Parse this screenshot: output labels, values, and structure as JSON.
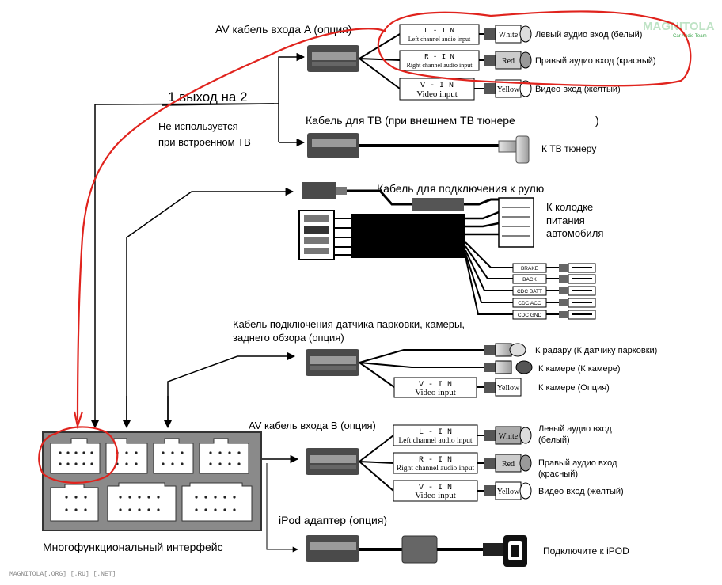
{
  "watermark": {
    "logo": "MAGNITOLA",
    "logo_sub": "Car Audio Team",
    "footer": "MAGNITOLA[.ORG] [.RU] [.NET]"
  },
  "colors": {
    "red_annotation": "#e0231d",
    "logo_green": "#3aa54a",
    "connector_dark": "#4a4a4a",
    "interface_gray": "#8a8a8a",
    "line": "#000000"
  },
  "labels": {
    "av_a": "AV кабель входа A (опция)",
    "one_to_two": "1 выход на  2",
    "not_used": "Не используется",
    "built_in_tv": "при встроенном ТВ",
    "tv_cable": "Кабель для ТВ (при внешнем ТВ тюнере",
    "tv_cable_paren": ")",
    "to_tv_tuner": "К ТВ тюнеру",
    "steering_cable": "Кабель для подключения к рулю",
    "power_1": "К колодке",
    "power_2": "питания",
    "power_3": "автомобиля",
    "parking_1": "Кабель подключения датчика парковки, камеры,",
    "parking_2": "заднего обзора (опция)",
    "to_radar": "К радару  (К датчику парковки)",
    "to_camera": "К камере  (К камере)",
    "to_camera_opt": "К камере   (Опция)",
    "av_b": "AV кабель входа B (опция)",
    "ipod_adapter": "iPod адаптер (опция)",
    "interface": "Многофункциональный интерфейс",
    "connect_ipod": "Подключите к iPOD"
  },
  "av_a_rows": [
    {
      "box_title": "L - I N",
      "box_sub": "Left channel audio input",
      "plug": "White",
      "desc": "Левый аудио вход (белый)"
    },
    {
      "box_title": "R - I N",
      "box_sub": "Right channel audio input",
      "plug": "Red",
      "desc": "Правый аудио вход (красный)"
    },
    {
      "box_title": "V - I N",
      "box_sub": "Video input",
      "plug": "Yellow",
      "desc": "Видео вход (желтый)"
    }
  ],
  "wire_tags": [
    "BRAKE",
    "BACK",
    "CDC BATT",
    "CDC ACC",
    "CDC GND"
  ],
  "parking_box": {
    "box_title": "V - I N",
    "box_sub": "Video input",
    "plug": "Yellow"
  },
  "av_b_rows": [
    {
      "box_title": "L - I N",
      "box_sub": "Left channel audio input",
      "plug": "White",
      "desc_1": "Левый аудио вход",
      "desc_2": "(белый)"
    },
    {
      "box_title": "R - I N",
      "box_sub": "Right channel audio input",
      "plug": "Red",
      "desc_1": "Правый аудио вход",
      "desc_2": "(красный)"
    },
    {
      "box_title": "V - I N",
      "box_sub": "Video input",
      "plug": "Yellow",
      "desc_1": "Видео вход (желтый)",
      "desc_2": ""
    }
  ]
}
